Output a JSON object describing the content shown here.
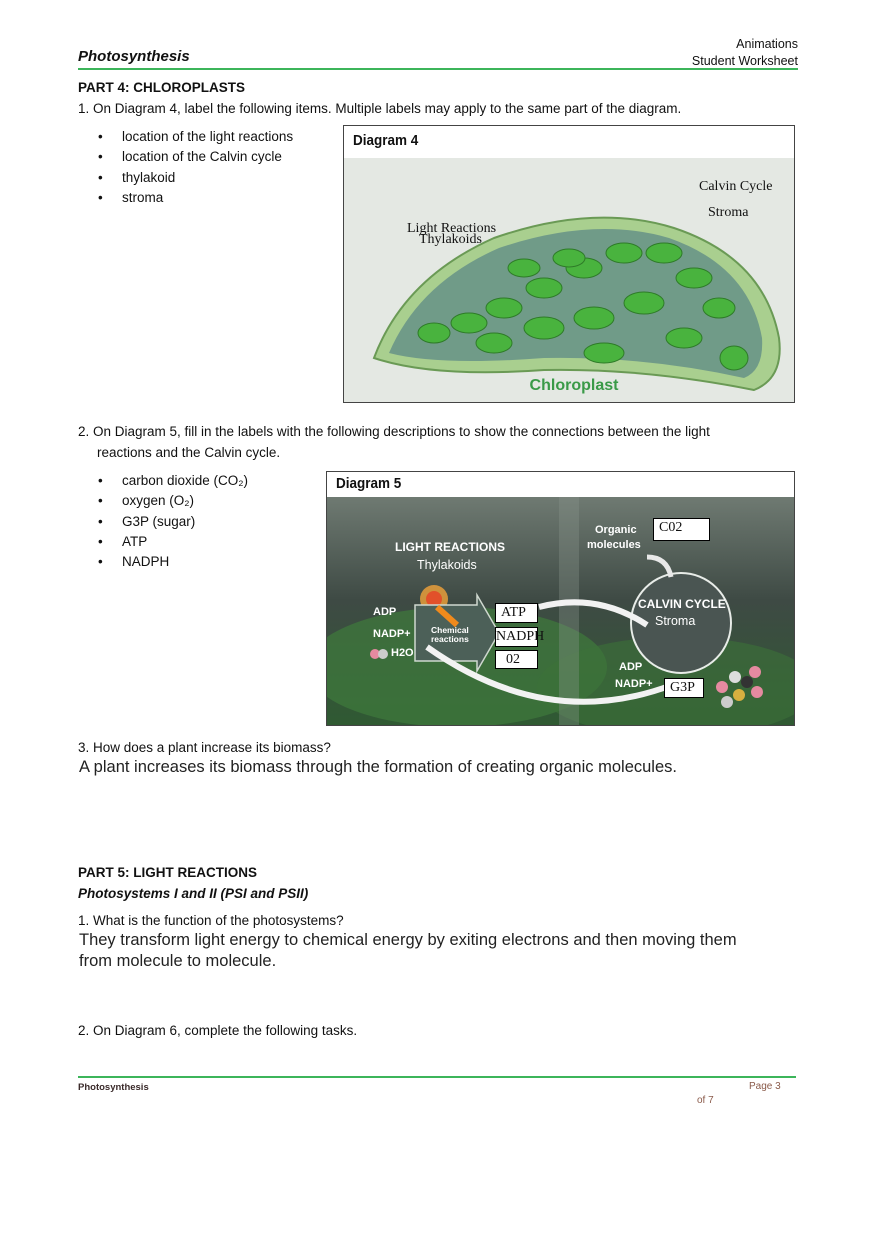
{
  "header": {
    "title": "Photosynthesis",
    "right_line1": "Animations",
    "right_line2": "Student Worksheet"
  },
  "part4": {
    "heading": "PART 4: CHLOROPLASTS",
    "q1": {
      "text": "1.  On Diagram 4, label the following items. Multiple labels may apply to the same part of the diagram.",
      "items": [
        "location of the light reactions",
        "location of the Calvin cycle",
        "thylakoid",
        "stroma"
      ]
    },
    "diagram4": {
      "title": "Diagram 4",
      "caption": "Chloroplast",
      "labels": {
        "calvin": "Calvin Cycle",
        "stroma": "Stroma",
        "light": "Light Reactions",
        "thylakoids": "Thylakoids"
      }
    },
    "q2": {
      "line1": "2.  On Diagram 5, fill in the labels with the following descriptions to show the connections between the light",
      "line2": "reactions and the Calvin cycle.",
      "items": [
        "carbon dioxide (CO₂)",
        "oxygen (O₂)",
        "G3P (sugar)",
        "ATP",
        "NADPH"
      ]
    },
    "diagram5": {
      "title": "Diagram 5",
      "light_reactions": "LIGHT REACTIONS",
      "thylakoids": "Thylakoids",
      "adp": "ADP",
      "nadp": "NADP+",
      "h2o": "H2O",
      "chemical": "Chemical",
      "reactions": "reactions",
      "organic": "Organic",
      "molecules": "molecules",
      "calvin_cycle": "CALVIN CYCLE",
      "stroma": "Stroma",
      "adp2": "ADP",
      "nadp2": "NADP+",
      "answers": {
        "co2": "C02",
        "atp": "ATP",
        "nadph": "NADPH",
        "o2": "02",
        "g3p": "G3P"
      }
    },
    "q3": {
      "text": "3.  How does a plant increase its biomass?",
      "answer": "A plant increases its biomass through the formation of creating organic molecules."
    }
  },
  "part5": {
    "heading": "PART 5: LIGHT REACTIONS",
    "subheading": "Photosystems I and II (PSI and PSII)",
    "q1": {
      "text": "1.    What is the function of the photosystems?",
      "answer_line1": "They transform light energy to chemical energy by exiting electrons and then moving them",
      "answer_line2": "from molecule to molecule."
    },
    "q2": {
      "text": "2.    On Diagram 6, complete the following tasks."
    }
  },
  "footer": {
    "title": "Photosynthesis",
    "page": "Page 3",
    "of": "of 7"
  }
}
